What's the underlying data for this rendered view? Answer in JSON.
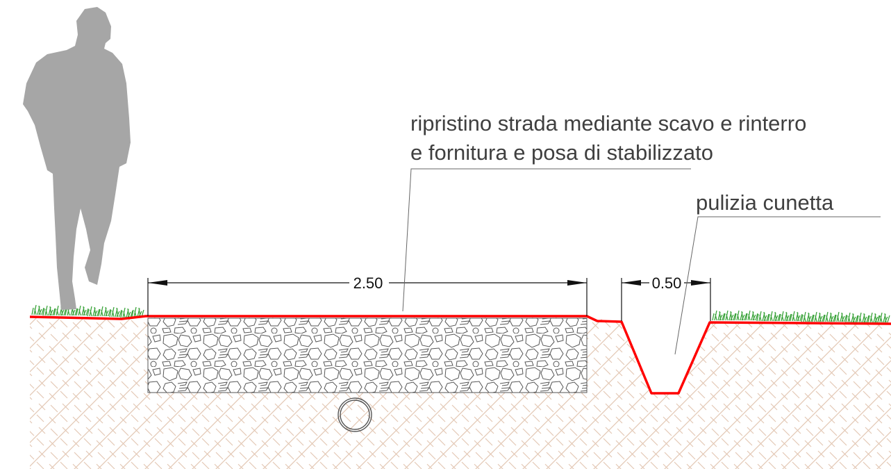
{
  "annotations": {
    "road_line1": "ripristino strada mediante scavo e rinterro",
    "road_line2": "e fornitura e posa di stabilizzato",
    "ditch": "pulizia cunetta"
  },
  "dimensions": {
    "road_width": "2.50",
    "ditch_width": "0.50"
  },
  "colors": {
    "profile": "#ff0000",
    "soil_hatch": "#e3c7b4",
    "grass": "#3aa33a",
    "person": "#a6a6a6",
    "leader": "#666666",
    "gravel": "#555555"
  }
}
